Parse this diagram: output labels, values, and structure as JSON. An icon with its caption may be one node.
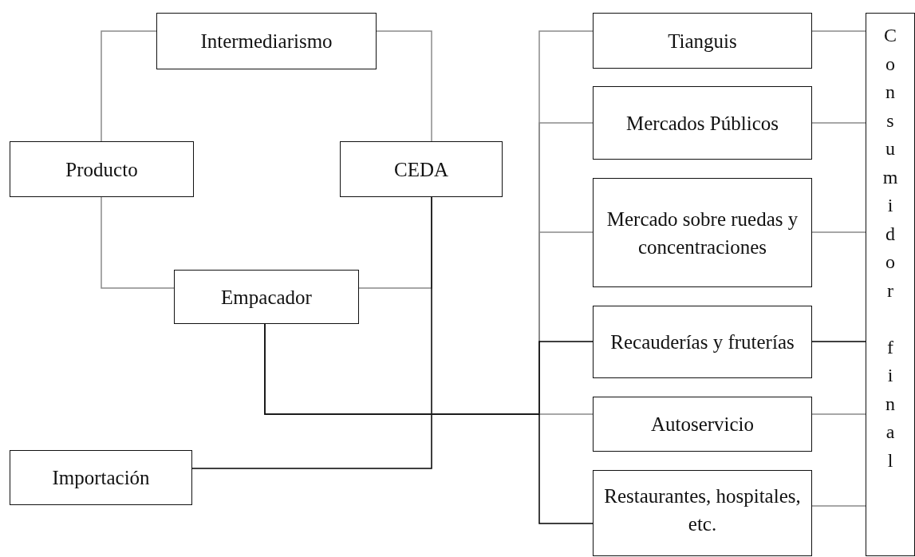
{
  "diagram": {
    "nodes": [
      {
        "text": [
          "Intermediarismo"
        ]
      },
      {
        "text": [
          "Producto"
        ]
      },
      {
        "text": [
          "CEDA"
        ]
      },
      {
        "text": [
          "Empacador"
        ]
      },
      {
        "text": [
          "Importación"
        ]
      },
      {
        "text": [
          "Tianguis"
        ]
      },
      {
        "text": [
          "Mercados Públicos"
        ]
      },
      {
        "text": [
          "Mercado sobre ruedas y concentraciones"
        ]
      },
      {
        "text": [
          "Recauderías y fruterías"
        ]
      },
      {
        "text": [
          "Autoservicio"
        ]
      },
      {
        "text": [
          "Restaurantes, hospitales, etc."
        ]
      },
      {
        "text": [
          "Consumidor final"
        ]
      }
    ],
    "edges": [
      {
        "from": 1,
        "to": 0,
        "arrow": "none"
      },
      {
        "from": 0,
        "to": 2,
        "arrow": "none"
      },
      {
        "from": 1,
        "to": 3,
        "arrow": "none"
      },
      {
        "from": 3,
        "to": 2,
        "arrow": "none"
      },
      {
        "from": 2,
        "to": 4,
        "arrow": "none",
        "color": "#000000"
      },
      {
        "from": 3,
        "to": 5,
        "arrow": "none"
      },
      {
        "from": 3,
        "to": 6,
        "arrow": "none"
      },
      {
        "from": 3,
        "to": 7,
        "arrow": "none"
      },
      {
        "from": 3,
        "to": 8,
        "arrow": "none",
        "color": "#000000"
      },
      {
        "from": 3,
        "to": 9,
        "arrow": "none"
      },
      {
        "from": 3,
        "to": 10,
        "arrow": "none",
        "color": "#000000"
      },
      {
        "from": 5,
        "to": 11,
        "arrow": "none"
      },
      {
        "from": 6,
        "to": 11,
        "arrow": "none"
      },
      {
        "from": 7,
        "to": 11,
        "arrow": "none"
      },
      {
        "from": 8,
        "to": 11,
        "arrow": "none",
        "color": "#000000"
      },
      {
        "from": 9,
        "to": 11,
        "arrow": "none"
      },
      {
        "from": 10,
        "to": 11,
        "arrow": "none"
      }
    ]
  }
}
